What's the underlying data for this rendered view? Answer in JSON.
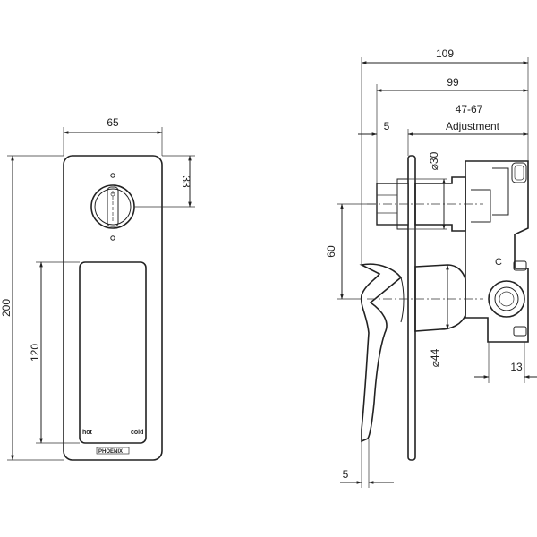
{
  "front_view": {
    "dim_width": "65",
    "dim_height": "200",
    "dim_knob_offset": "33",
    "dim_handle_height": "120",
    "label_hot": "hot",
    "label_cold": "cold",
    "brand_plate": "PHOENIX"
  },
  "side_view": {
    "dim_overall_depth": "109",
    "dim_body_depth": "99",
    "dim_adjustment_range": "47-67",
    "label_adjustment": "Adjustment",
    "dim_plate_offset": "5",
    "dim_bottom_offset": "5",
    "dim_spindle_dia": "⌀30",
    "dim_handle_dia": "⌀44",
    "dim_height_60": "60",
    "dim_outlet": "13",
    "label_c": "C"
  }
}
